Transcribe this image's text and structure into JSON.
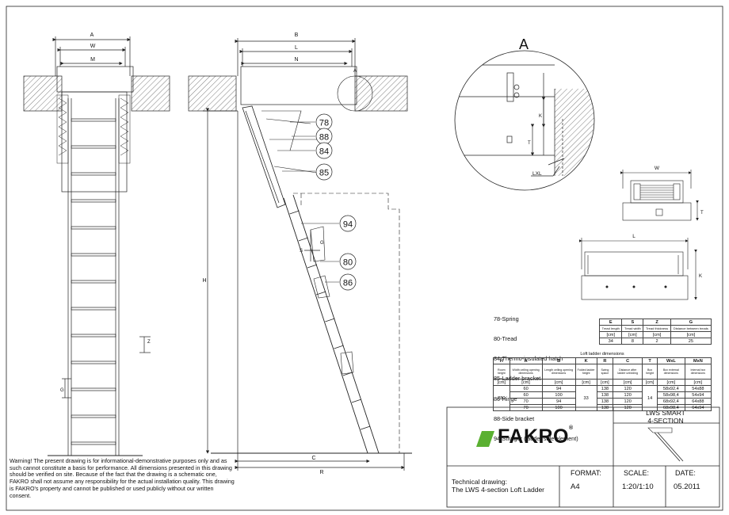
{
  "dims": {
    "front": {
      "a": "A",
      "w": "W",
      "m": "M",
      "z": "Z",
      "g": "G"
    },
    "side": {
      "b": "B",
      "l": "L",
      "n": "N",
      "a": "A",
      "h": "H",
      "c": "C",
      "r": "R",
      "g": "G",
      "s": "S"
    },
    "detail": {
      "title": "A",
      "k": "K",
      "t": "T",
      "lxl": "LXL",
      "w": "W",
      "t2": "T",
      "l": "L",
      "k2": "K"
    }
  },
  "callouts": [
    "78",
    "88",
    "84",
    "85",
    "94",
    "80",
    "86"
  ],
  "legend": [
    "78-Spring",
    "80-Tread",
    "84-Thermo-insulated hatch",
    "85-Ladder bracket",
    "86-Hinge",
    "88-Side bracket",
    "94-Stringer (ladder side element)"
  ],
  "tread_table": {
    "headers": [
      "E",
      "S",
      "Z",
      "G"
    ],
    "subs": [
      "Tread length",
      "Tread width",
      "Tread thickness",
      "Distance between treads"
    ],
    "units": [
      "[cm]",
      "[cm]",
      "[cm]",
      "[cm]"
    ],
    "values": [
      "34",
      "8",
      "2",
      "25"
    ]
  },
  "loft_table": {
    "caption": "Loft ladder dimensions",
    "headers": [
      "H",
      "A",
      "B",
      "K",
      "R",
      "C",
      "T",
      "WxL",
      "MxN"
    ],
    "subs": [
      "Room height",
      "Width ceiling opening dimensions",
      "Length ceiling opening dimensions",
      "Folded ladder height",
      "Swing space",
      "Distance after ladder unfolding",
      "Box height",
      "Box external dimensions",
      "Internal box dimensions"
    ],
    "units": [
      "[cm]",
      "[cm]",
      "[cm]",
      "[cm]",
      "[cm]",
      "[cm]",
      "[cm]",
      "[cm]",
      "[cm]"
    ],
    "H": "280",
    "K": "33",
    "T": "14",
    "rows": [
      {
        "A": "60",
        "B": "94",
        "R": "138",
        "C": "120",
        "WxL": "58x92,4",
        "MxN": "54x88"
      },
      {
        "A": "60",
        "B": "100",
        "R": "138",
        "C": "120",
        "WxL": "58x98,4",
        "MxN": "54x94"
      },
      {
        "A": "70",
        "B": "94",
        "R": "138",
        "C": "120",
        "WxL": "68x92,4",
        "MxN": "64x88"
      },
      {
        "A": "70",
        "B": "100",
        "R": "138",
        "C": "120",
        "WxL": "68x98,4",
        "MxN": "64x94"
      }
    ]
  },
  "title_block": {
    "product": "LWS SMART\n4-SECTION",
    "brand": "FAKRO",
    "brand_mark": "®",
    "technical": "Technical drawing:\nThe LWS 4-section Loft Ladder",
    "format_label": "FORMAT:",
    "format_value": "A4",
    "scale_label": "SCALE:",
    "scale_value": "1:20/1:10",
    "date_label": "DATE:",
    "date_value": "05.2011"
  },
  "warning": "Warning! The present drawing is for informational-demonstrative purposes only and as such cannot constitute a basis for performance. All dimensions presented in this drawing should be verified on site. Because of the fact that the drawing is a schematic one, FAKRO shall not assume any responsibility for the actual installation quality. This drawing is FAKRO's property and cannot be published  or used publicly without our written consent.",
  "colors": {
    "brand_green": "#5ab031",
    "line": "#222222",
    "hatch": "#555555"
  }
}
